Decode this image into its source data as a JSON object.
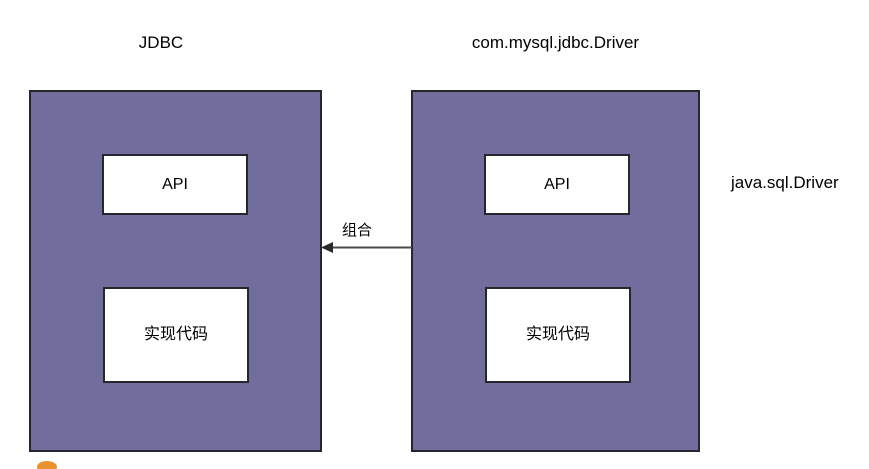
{
  "diagram": {
    "type": "uml-composition-diagram",
    "background_color": "#ffffff",
    "panel_fill_color": "#716D9C",
    "border_color": "#26262e",
    "text_color": "#000000",
    "accent_color": "#e8912d",
    "titles": {
      "left_panel": "JDBC",
      "right_panel": "com.mysql.jdbc.Driver",
      "right_side_note": "java.sql.Driver"
    },
    "panels": [
      {
        "name": "jdbc-panel",
        "title": "JDBC",
        "boxes": [
          {
            "name": "api",
            "label": "API"
          },
          {
            "name": "implementation",
            "label": "实现代码"
          }
        ]
      },
      {
        "name": "mysql-driver-panel",
        "title": "com.mysql.jdbc.Driver",
        "boxes": [
          {
            "name": "api",
            "label": "API"
          },
          {
            "name": "implementation",
            "label": "实现代码"
          }
        ]
      }
    ],
    "relation": {
      "name": "composition-arrow",
      "label": "组合",
      "direction": "right-to-left",
      "from": "com.mysql.jdbc.Driver",
      "to": "JDBC",
      "line_color": "#4a4a4a"
    },
    "marker": {
      "name": "orange-marker",
      "color": "#e8912d"
    }
  }
}
